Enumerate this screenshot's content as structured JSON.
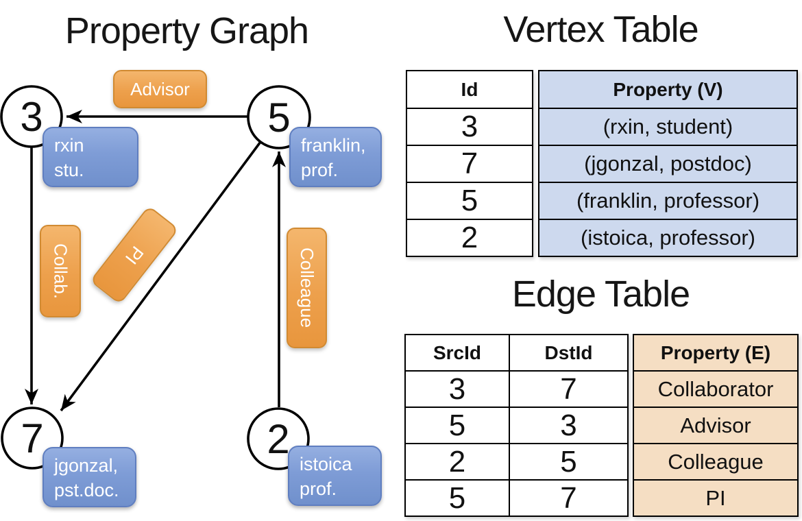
{
  "titles": {
    "graph": "Property Graph",
    "vertex_table": "Vertex Table",
    "edge_table": "Edge Table"
  },
  "graph": {
    "nodes": [
      {
        "id": "3",
        "property_line1": "rxin",
        "property_line2": "stu."
      },
      {
        "id": "5",
        "property_line1": "franklin,",
        "property_line2": "prof."
      },
      {
        "id": "7",
        "property_line1": "jgonzal,",
        "property_line2": "pst.doc."
      },
      {
        "id": "2",
        "property_line1": "istoica",
        "property_line2": "prof."
      }
    ],
    "edge_labels": {
      "advisor": "Advisor",
      "collab": "Collab.",
      "pi": "PI",
      "colleague": "Colleague"
    }
  },
  "vertex_table": {
    "headers": {
      "id": "Id",
      "property": "Property (V)"
    },
    "rows": [
      {
        "id": "3",
        "property": "(rxin, student)"
      },
      {
        "id": "7",
        "property": "(jgonzal, postdoc)"
      },
      {
        "id": "5",
        "property": "(franklin, professor)"
      },
      {
        "id": "2",
        "property": "(istoica, professor)"
      }
    ]
  },
  "edge_table": {
    "headers": {
      "src": "SrcId",
      "dst": "DstId",
      "property": "Property (E)"
    },
    "rows": [
      {
        "src": "3",
        "dst": "7",
        "property": "Collaborator"
      },
      {
        "src": "5",
        "dst": "3",
        "property": "Advisor"
      },
      {
        "src": "2",
        "dst": "5",
        "property": "Colleague"
      },
      {
        "src": "5",
        "dst": "7",
        "property": "PI"
      }
    ]
  },
  "colors": {
    "edge_label_orange": "#eda04c",
    "vertex_property_blue": "#7e9cd6",
    "vertex_table_fill": "#cdd9ee",
    "edge_table_fill": "#f5dec3",
    "line_color": "#000000"
  }
}
